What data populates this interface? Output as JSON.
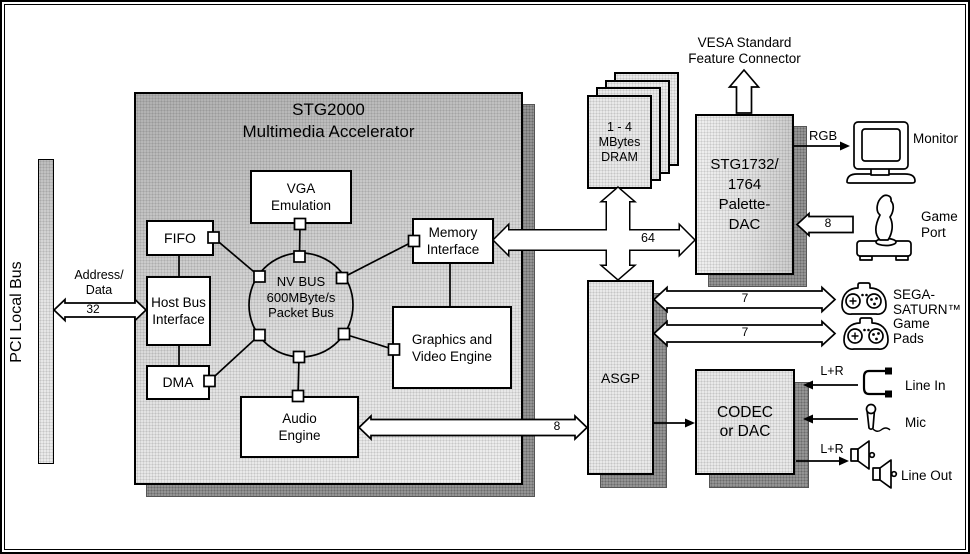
{
  "colors": {
    "ink": "#000000",
    "box_fill": "#ffffff",
    "stipple_light": "#e9e9e9",
    "shadow_gray": "#949494"
  },
  "pci": {
    "bus_label": "PCI Local Bus",
    "address_line1": "Address/",
    "address_line2": "Data",
    "bus_width": "32"
  },
  "stg2000": {
    "title_line1": "STG2000",
    "title_line2": "Multimedia Accelerator",
    "vga_line1": "VGA",
    "vga_line2": "Emulation",
    "fifo": "FIFO",
    "host_line1": "Host Bus",
    "host_line2": "Interface",
    "dma": "DMA",
    "mem_line1": "Memory",
    "mem_line2": "Interface",
    "gfx_line1": "Graphics and",
    "gfx_line2": "Video Engine",
    "audio_line1": "Audio",
    "audio_line2": "Engine",
    "nvbus_line1": "NV BUS",
    "nvbus_line2": "600MByte/s",
    "nvbus_line3": "Packet Bus"
  },
  "buses": {
    "mem_bus_width": "64",
    "audio_bus_width": "8",
    "gamepad1_width": "7",
    "gamepad2_width": "7",
    "gameport_width": "8"
  },
  "dram": {
    "line1": "1 - 4",
    "line2": "MBytes",
    "line3": "DRAM"
  },
  "vesa": {
    "line1": "VESA Standard",
    "line2": "Feature Connector"
  },
  "dac": {
    "line1": "STG1732/",
    "line2": "1764",
    "line3": "Palette-",
    "line4": "DAC"
  },
  "asgp": {
    "label": "ASGP"
  },
  "codec": {
    "line1": "CODEC",
    "line2": "or DAC"
  },
  "peripherals": {
    "rgb": "RGB",
    "monitor": "Monitor",
    "game_port_line1": "Game",
    "game_port_line2": "Port",
    "sega_line1": "SEGA-",
    "sega_line2": "SATURN™",
    "sega_line3": "Game",
    "sega_line4": "Pads",
    "lr_in": "L+R",
    "lr_out": "L+R",
    "line_in": "Line In",
    "mic": "Mic",
    "line_out": "Line Out"
  }
}
